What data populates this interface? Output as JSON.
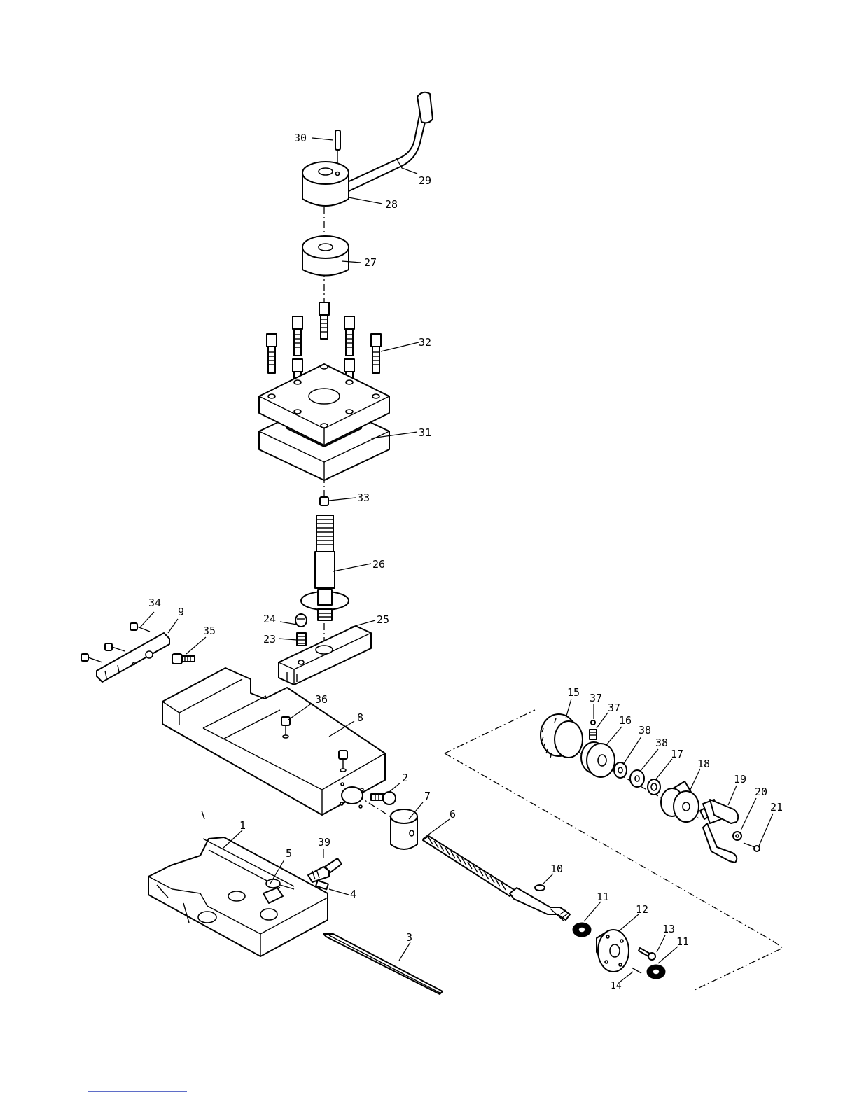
{
  "diagram": {
    "callouts": [
      {
        "id": "c1",
        "label": "1"
      },
      {
        "id": "c2",
        "label": "2"
      },
      {
        "id": "c3",
        "label": "3"
      },
      {
        "id": "c4",
        "label": "4"
      },
      {
        "id": "c5",
        "label": "5"
      },
      {
        "id": "c6",
        "label": "6"
      },
      {
        "id": "c7",
        "label": "7"
      },
      {
        "id": "c8",
        "label": "8"
      },
      {
        "id": "c9",
        "label": "9"
      },
      {
        "id": "c10",
        "label": "10"
      },
      {
        "id": "c11a",
        "label": "11"
      },
      {
        "id": "c11b",
        "label": "11"
      },
      {
        "id": "c12",
        "label": "12"
      },
      {
        "id": "c13",
        "label": "13"
      },
      {
        "id": "c14",
        "label": "14"
      },
      {
        "id": "c15",
        "label": "15"
      },
      {
        "id": "c16",
        "label": "16"
      },
      {
        "id": "c17",
        "label": "17"
      },
      {
        "id": "c18",
        "label": "18"
      },
      {
        "id": "c19",
        "label": "19"
      },
      {
        "id": "c20",
        "label": "20"
      },
      {
        "id": "c21",
        "label": "21"
      },
      {
        "id": "c22",
        "label": "22"
      },
      {
        "id": "c23",
        "label": "23"
      },
      {
        "id": "c24",
        "label": "24"
      },
      {
        "id": "c25",
        "label": "25"
      },
      {
        "id": "c26",
        "label": "26"
      },
      {
        "id": "c27",
        "label": "27"
      },
      {
        "id": "c28",
        "label": "28"
      },
      {
        "id": "c29",
        "label": "29"
      },
      {
        "id": "c30",
        "label": "30"
      },
      {
        "id": "c31",
        "label": "31"
      },
      {
        "id": "c32",
        "label": "32"
      },
      {
        "id": "c33",
        "label": "33"
      },
      {
        "id": "c34",
        "label": "34"
      },
      {
        "id": "c35",
        "label": "35"
      },
      {
        "id": "c36",
        "label": "36"
      },
      {
        "id": "c37a",
        "label": "37"
      },
      {
        "id": "c37b",
        "label": "37"
      },
      {
        "id": "c38",
        "label": "38"
      },
      {
        "id": "c39",
        "label": "39"
      }
    ]
  },
  "colors": {
    "line": "#000000",
    "background": "#ffffff",
    "footer_rule": "#2a3fb5"
  }
}
